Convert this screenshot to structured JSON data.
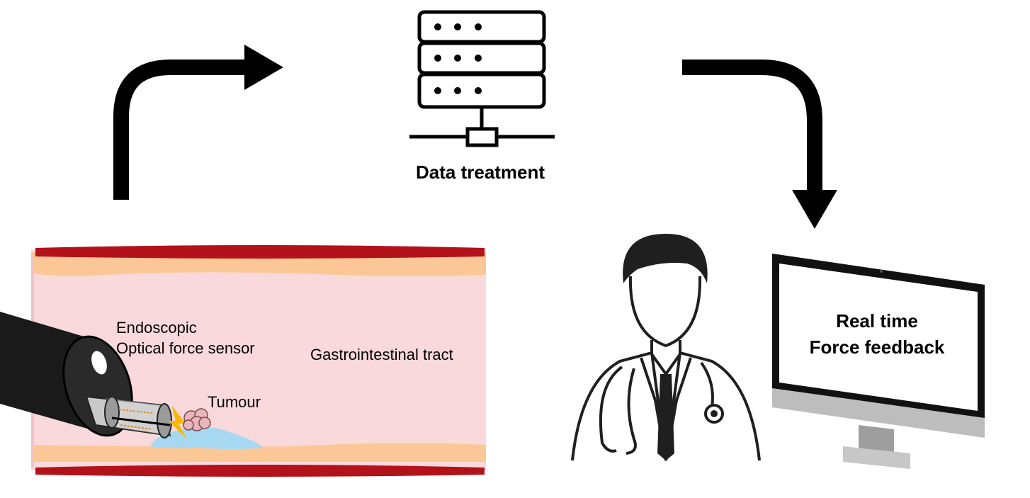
{
  "labels": {
    "data_treatment": "Data treatment",
    "endoscopic_line1": "Endoscopic",
    "endoscopic_line2": "Optical force sensor",
    "gi_tract": "Gastrointestinal tract",
    "tumour": "Tumour",
    "monitor_line1": "Real time",
    "monitor_line2": "Force feedback"
  },
  "colors": {
    "tissue_pink": "#f9d9db",
    "wall_red": "#b3121b",
    "fat_orange": "#fcc797",
    "fluid_blue": "#a7d8f2",
    "arrow_black": "#000000"
  },
  "icons": {
    "server": "server-icon",
    "doctor": "doctor-icon",
    "monitor": "monitor-icon",
    "endoscope": "endoscope-icon",
    "tumour": "tumour-icon"
  }
}
